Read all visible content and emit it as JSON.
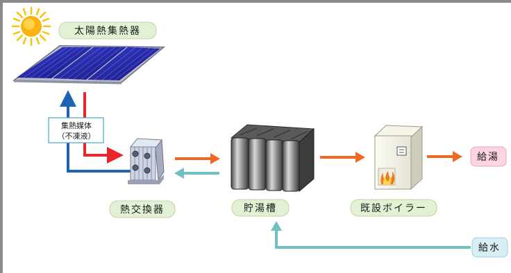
{
  "labels": {
    "collector": "太陽熱集熱器",
    "heat_medium_line1": "集熱媒体",
    "heat_medium_line2": "（不凍液）",
    "exchanger": "熱交換器",
    "tank": "貯湯槽",
    "boiler": "既設ボイラー",
    "hot_water_out": "給湯",
    "water_in": "給水"
  },
  "colors": {
    "label_bg": "#e2f0d4",
    "label_border": "#b9d6a4",
    "hot_out_bg": "#fbd6e2",
    "hot_out_border": "#e8a4bd",
    "water_in_bg": "#d6eef4",
    "water_in_border": "#9fcfe0",
    "red_pipe": "#e8262c",
    "blue_pipe": "#1c63b5",
    "orange_arrow": "#ee6a22",
    "teal_arrow": "#6fc2c2"
  }
}
